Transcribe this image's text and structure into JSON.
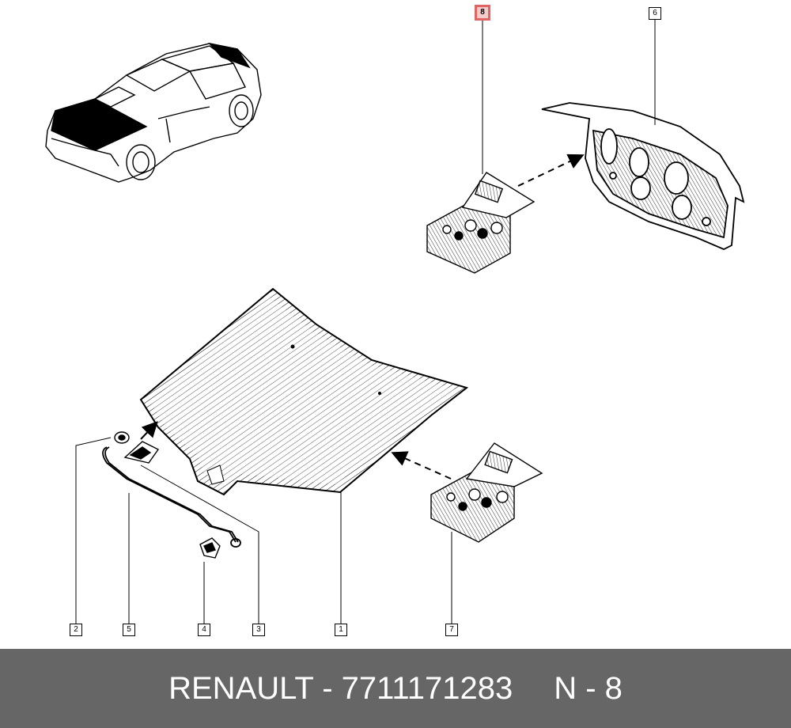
{
  "callouts": [
    {
      "id": "1",
      "label": "1"
    },
    {
      "id": "2",
      "label": "2"
    },
    {
      "id": "3",
      "label": "3"
    },
    {
      "id": "4",
      "label": "4"
    },
    {
      "id": "5",
      "label": "5"
    },
    {
      "id": "6",
      "label": "6"
    },
    {
      "id": "7",
      "label": "7"
    },
    {
      "id": "8",
      "label": "8",
      "highlighted": true
    }
  ],
  "footer": {
    "brand_part": "RENAULT - 7711171283",
    "page_ref": "N - 8"
  },
  "colors": {
    "footer_bg": "#666666",
    "highlight_border": "#e06666",
    "highlight_fill": "#f4cccc"
  }
}
